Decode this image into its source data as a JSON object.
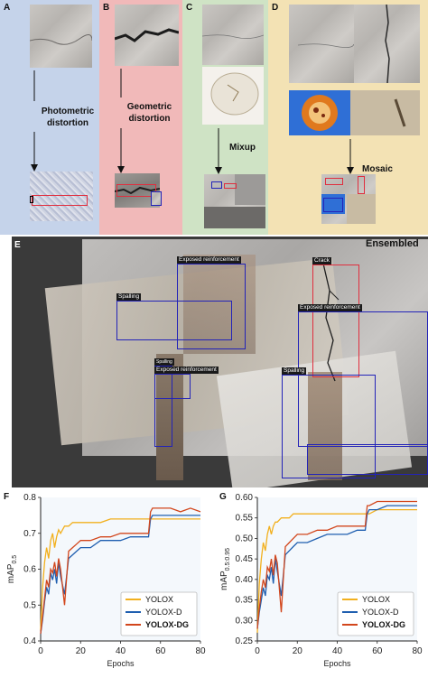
{
  "panels": {
    "A": {
      "label": "A",
      "op": "Photometric\ndistortion"
    },
    "B": {
      "label": "B",
      "op": "Geometric\ndistortion"
    },
    "C": {
      "label": "C",
      "op": "Mixup"
    },
    "D": {
      "label": "D",
      "op": "Mosaic"
    },
    "E": {
      "label": "E",
      "title": "Ensembled"
    }
  },
  "detections": {
    "exposed": "Exposed reinforcement",
    "crack": "Crack",
    "spalling": "Spalling",
    "short": "Spalling"
  },
  "colors": {
    "yolox": "#f2b01e",
    "yolox_d": "#1f5fb0",
    "yolox_dg": "#d2461c",
    "box_blue": "#2323b8",
    "box_red": "#e02e3e",
    "panel_a": "#c5d3ea",
    "panel_b": "#f1b9b9",
    "panel_c": "#cfe3c5",
    "panel_d": "#f3e2b4"
  },
  "chart_data": [
    {
      "panel": "F",
      "type": "line",
      "xlabel": "Epochs",
      "ylabel": "mAP",
      "ylabel_sub": "0.5",
      "xlim": [
        0,
        80
      ],
      "ylim": [
        0.4,
        0.8
      ],
      "xticks": [
        "0",
        "20",
        "40",
        "60",
        "80"
      ],
      "yticks": [
        "0.4",
        "0.5",
        "0.6",
        "0.7",
        "0.8"
      ],
      "legend": "bottom-right",
      "series": [
        {
          "name": "YOLOX",
          "color": "#f2b01e",
          "x": [
            0,
            1,
            2,
            3,
            4,
            5,
            6,
            7,
            8,
            9,
            10,
            12,
            14,
            16,
            18,
            20,
            25,
            30,
            35,
            40,
            45,
            50,
            54,
            55,
            56,
            60,
            65,
            70,
            75,
            80
          ],
          "y": [
            0.43,
            0.55,
            0.62,
            0.66,
            0.63,
            0.68,
            0.7,
            0.66,
            0.69,
            0.71,
            0.7,
            0.72,
            0.72,
            0.73,
            0.73,
            0.73,
            0.73,
            0.73,
            0.74,
            0.74,
            0.74,
            0.74,
            0.74,
            0.74,
            0.74,
            0.74,
            0.74,
            0.74,
            0.74,
            0.74
          ]
        },
        {
          "name": "YOLOX-D",
          "color": "#1f5fb0",
          "x": [
            0,
            1,
            2,
            3,
            4,
            5,
            6,
            7,
            8,
            9,
            10,
            12,
            14,
            16,
            18,
            20,
            25,
            30,
            35,
            40,
            45,
            50,
            54,
            55,
            56,
            60,
            65,
            70,
            75,
            80
          ],
          "y": [
            0.42,
            0.46,
            0.51,
            0.55,
            0.53,
            0.59,
            0.57,
            0.6,
            0.56,
            0.62,
            0.58,
            0.53,
            0.63,
            0.64,
            0.65,
            0.66,
            0.66,
            0.68,
            0.68,
            0.68,
            0.69,
            0.69,
            0.69,
            0.74,
            0.75,
            0.75,
            0.75,
            0.75,
            0.75,
            0.75
          ]
        },
        {
          "name": "YOLOX-DG",
          "color": "#d2461c",
          "x": [
            0,
            1,
            2,
            3,
            4,
            5,
            6,
            7,
            8,
            9,
            10,
            12,
            14,
            16,
            18,
            20,
            25,
            30,
            35,
            40,
            45,
            50,
            54,
            55,
            56,
            60,
            65,
            70,
            75,
            80
          ],
          "y": [
            0.42,
            0.47,
            0.52,
            0.57,
            0.55,
            0.6,
            0.59,
            0.62,
            0.58,
            0.63,
            0.6,
            0.5,
            0.65,
            0.66,
            0.67,
            0.68,
            0.68,
            0.69,
            0.69,
            0.7,
            0.7,
            0.7,
            0.7,
            0.76,
            0.77,
            0.77,
            0.77,
            0.76,
            0.77,
            0.76
          ]
        }
      ]
    },
    {
      "panel": "G",
      "type": "line",
      "xlabel": "Epochs",
      "ylabel": "mAP",
      "ylabel_sub": "0.5:0.95",
      "xlim": [
        0,
        80
      ],
      "ylim": [
        0.25,
        0.6
      ],
      "xticks": [
        "0",
        "20",
        "40",
        "60",
        "80"
      ],
      "yticks": [
        "0.25",
        "0.30",
        "0.35",
        "0.40",
        "0.45",
        "0.50",
        "0.55",
        "0.60"
      ],
      "legend": "bottom-right",
      "series": [
        {
          "name": "YOLOX",
          "color": "#f2b01e",
          "x": [
            0,
            1,
            2,
            3,
            4,
            5,
            6,
            7,
            8,
            9,
            10,
            12,
            14,
            16,
            18,
            20,
            25,
            30,
            35,
            40,
            45,
            50,
            54,
            55,
            56,
            60,
            65,
            70,
            75,
            80
          ],
          "y": [
            0.27,
            0.39,
            0.45,
            0.49,
            0.47,
            0.51,
            0.53,
            0.51,
            0.53,
            0.54,
            0.54,
            0.55,
            0.55,
            0.55,
            0.56,
            0.56,
            0.56,
            0.56,
            0.56,
            0.56,
            0.56,
            0.56,
            0.56,
            0.56,
            0.56,
            0.57,
            0.57,
            0.57,
            0.57,
            0.57
          ]
        },
        {
          "name": "YOLOX-D",
          "color": "#1f5fb0",
          "x": [
            0,
            1,
            2,
            3,
            4,
            5,
            6,
            7,
            8,
            9,
            10,
            12,
            14,
            16,
            18,
            20,
            25,
            30,
            35,
            40,
            45,
            50,
            54,
            55,
            56,
            60,
            65,
            70,
            75,
            80
          ],
          "y": [
            0.28,
            0.32,
            0.35,
            0.38,
            0.36,
            0.41,
            0.4,
            0.43,
            0.39,
            0.45,
            0.42,
            0.36,
            0.46,
            0.47,
            0.48,
            0.49,
            0.49,
            0.5,
            0.51,
            0.51,
            0.51,
            0.52,
            0.52,
            0.56,
            0.57,
            0.57,
            0.58,
            0.58,
            0.58,
            0.58
          ]
        },
        {
          "name": "YOLOX-DG",
          "color": "#d2461c",
          "x": [
            0,
            1,
            2,
            3,
            4,
            5,
            6,
            7,
            8,
            9,
            10,
            12,
            14,
            16,
            18,
            20,
            25,
            30,
            35,
            40,
            45,
            50,
            54,
            55,
            56,
            60,
            65,
            70,
            75,
            80
          ],
          "y": [
            0.28,
            0.33,
            0.37,
            0.4,
            0.38,
            0.43,
            0.42,
            0.45,
            0.41,
            0.46,
            0.44,
            0.32,
            0.48,
            0.49,
            0.5,
            0.51,
            0.51,
            0.52,
            0.52,
            0.53,
            0.53,
            0.53,
            0.53,
            0.58,
            0.58,
            0.59,
            0.59,
            0.59,
            0.59,
            0.59
          ]
        }
      ]
    }
  ]
}
